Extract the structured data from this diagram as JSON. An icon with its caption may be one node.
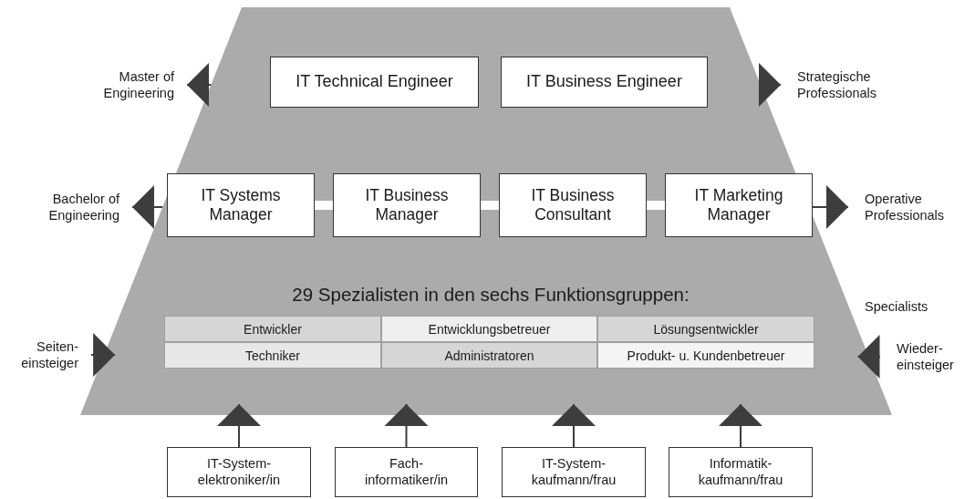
{
  "diagram": {
    "nodes": [
      {
        "text": [
          "29 Spezialisten in den sechs Funktionsgruppen:"
        ]
      },
      {
        "text": [
          "IT Technical Engineer"
        ],
        "in": 0
      },
      {
        "text": [
          "IT Business Engineer"
        ],
        "in": 0
      },
      {
        "text": [
          "IT Systems Manager"
        ],
        "in": 0
      },
      {
        "text": [
          "IT Business Manager"
        ],
        "in": 0
      },
      {
        "text": [
          "IT Business Consultant"
        ],
        "in": 0
      },
      {
        "text": [
          "IT Marketing Manager"
        ],
        "in": 0
      },
      {
        "text": [
          "Master of Engineering"
        ]
      },
      {
        "text": [
          "Strategische Professionals"
        ]
      },
      {
        "text": [
          "Bachelor of Engineering"
        ]
      },
      {
        "text": [
          "Operative Professionals"
        ]
      },
      {
        "text": [
          "Seiten- einsteiger"
        ]
      },
      {
        "text": [
          "Wieder- einsteiger"
        ]
      },
      {
        "text": [
          "IT-System- elektroniker/in"
        ]
      },
      {
        "text": [
          "Fach- informatiker/in"
        ]
      },
      {
        "text": [
          "IT-System- kaufmann/frau"
        ]
      },
      {
        "text": [
          "Informatik- kaufmann/frau"
        ]
      }
    ],
    "edges": [
      {
        "from": 0,
        "to": 7,
        "arrow": "to"
      },
      {
        "from": 0,
        "to": 8,
        "arrow": "to"
      },
      {
        "from": 0,
        "to": 9,
        "arrow": "to"
      },
      {
        "from": 0,
        "to": 10,
        "arrow": "to"
      },
      {
        "from": 11,
        "to": 0,
        "arrow": "to"
      },
      {
        "from": 12,
        "to": 0,
        "arrow": "to"
      },
      {
        "from": 3,
        "to": 4,
        "arrow": "none",
        "style": "thick",
        "color": "#ffffff"
      },
      {
        "from": 4,
        "to": 5,
        "arrow": "none",
        "style": "thick",
        "color": "#ffffff"
      },
      {
        "from": 5,
        "to": 6,
        "arrow": "none",
        "style": "thick",
        "color": "#ffffff"
      },
      {
        "from": 13,
        "to": 0,
        "arrow": "to"
      },
      {
        "from": 14,
        "to": 0,
        "arrow": "to"
      },
      {
        "from": 15,
        "to": 0,
        "arrow": "to"
      },
      {
        "from": 16,
        "to": 0,
        "arrow": "to"
      }
    ],
    "labels": [
      "Specialists",
      "Entwickler",
      "Entwicklungsbetreuer",
      "Lösungsentwickler",
      "Techniker",
      "Administratoren",
      "Produkt- u. Kundenbetreuer"
    ]
  }
}
